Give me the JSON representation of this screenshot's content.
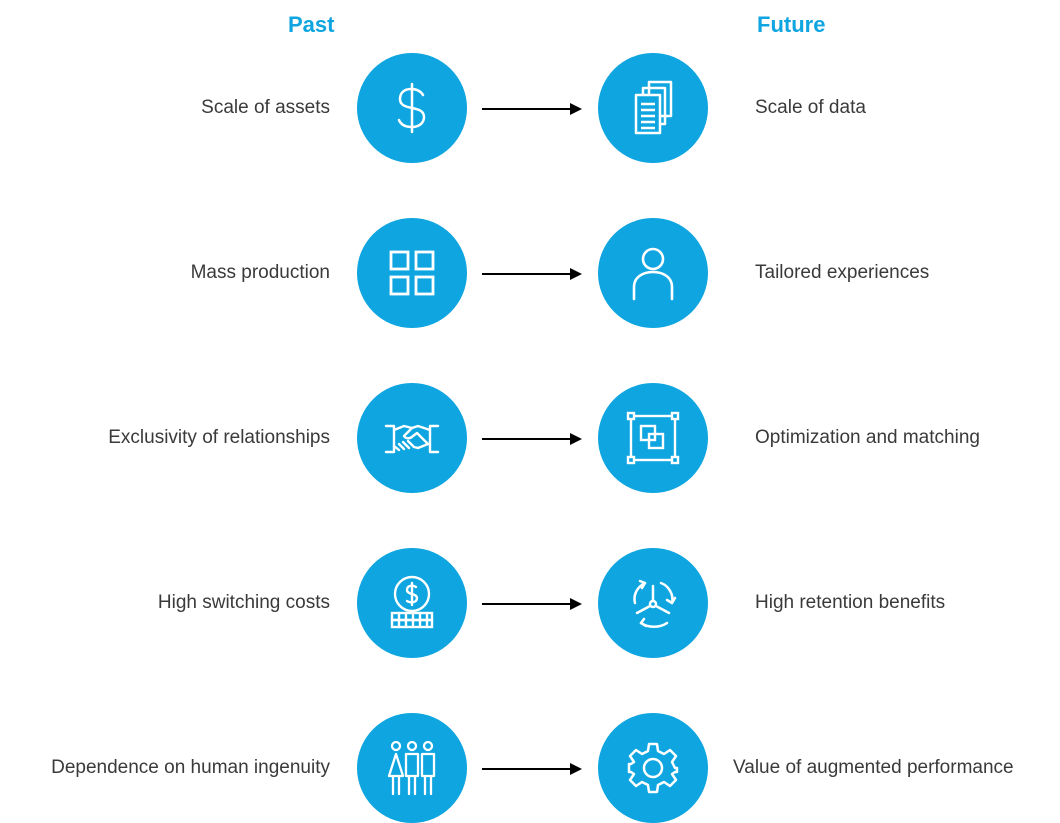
{
  "headings": {
    "past": "Past",
    "future": "Future"
  },
  "rows": [
    {
      "past_label": "Scale of assets",
      "past_icon": "dollar-icon",
      "future_label": "Scale of data",
      "future_icon": "documents-icon"
    },
    {
      "past_label": "Mass production",
      "past_icon": "grid-icon",
      "future_label": "Tailored experiences",
      "future_icon": "person-icon"
    },
    {
      "past_label": "Exclusivity of relationships",
      "past_icon": "handshake-icon",
      "future_label": "Optimization and matching",
      "future_icon": "overlap-squares-icon"
    },
    {
      "past_label": "High switching costs",
      "past_icon": "coin-stack-icon",
      "future_label": "High retention benefits",
      "future_icon": "cycle-arrows-icon"
    },
    {
      "past_label": "Dependence on human ingenuity",
      "past_icon": "people-icon",
      "future_label": "Value of augmented performance",
      "future_icon": "gear-icon"
    }
  ],
  "colors": {
    "accent": "#0ea5e0",
    "text": "#3a3a3a",
    "arrow": "#000000"
  }
}
